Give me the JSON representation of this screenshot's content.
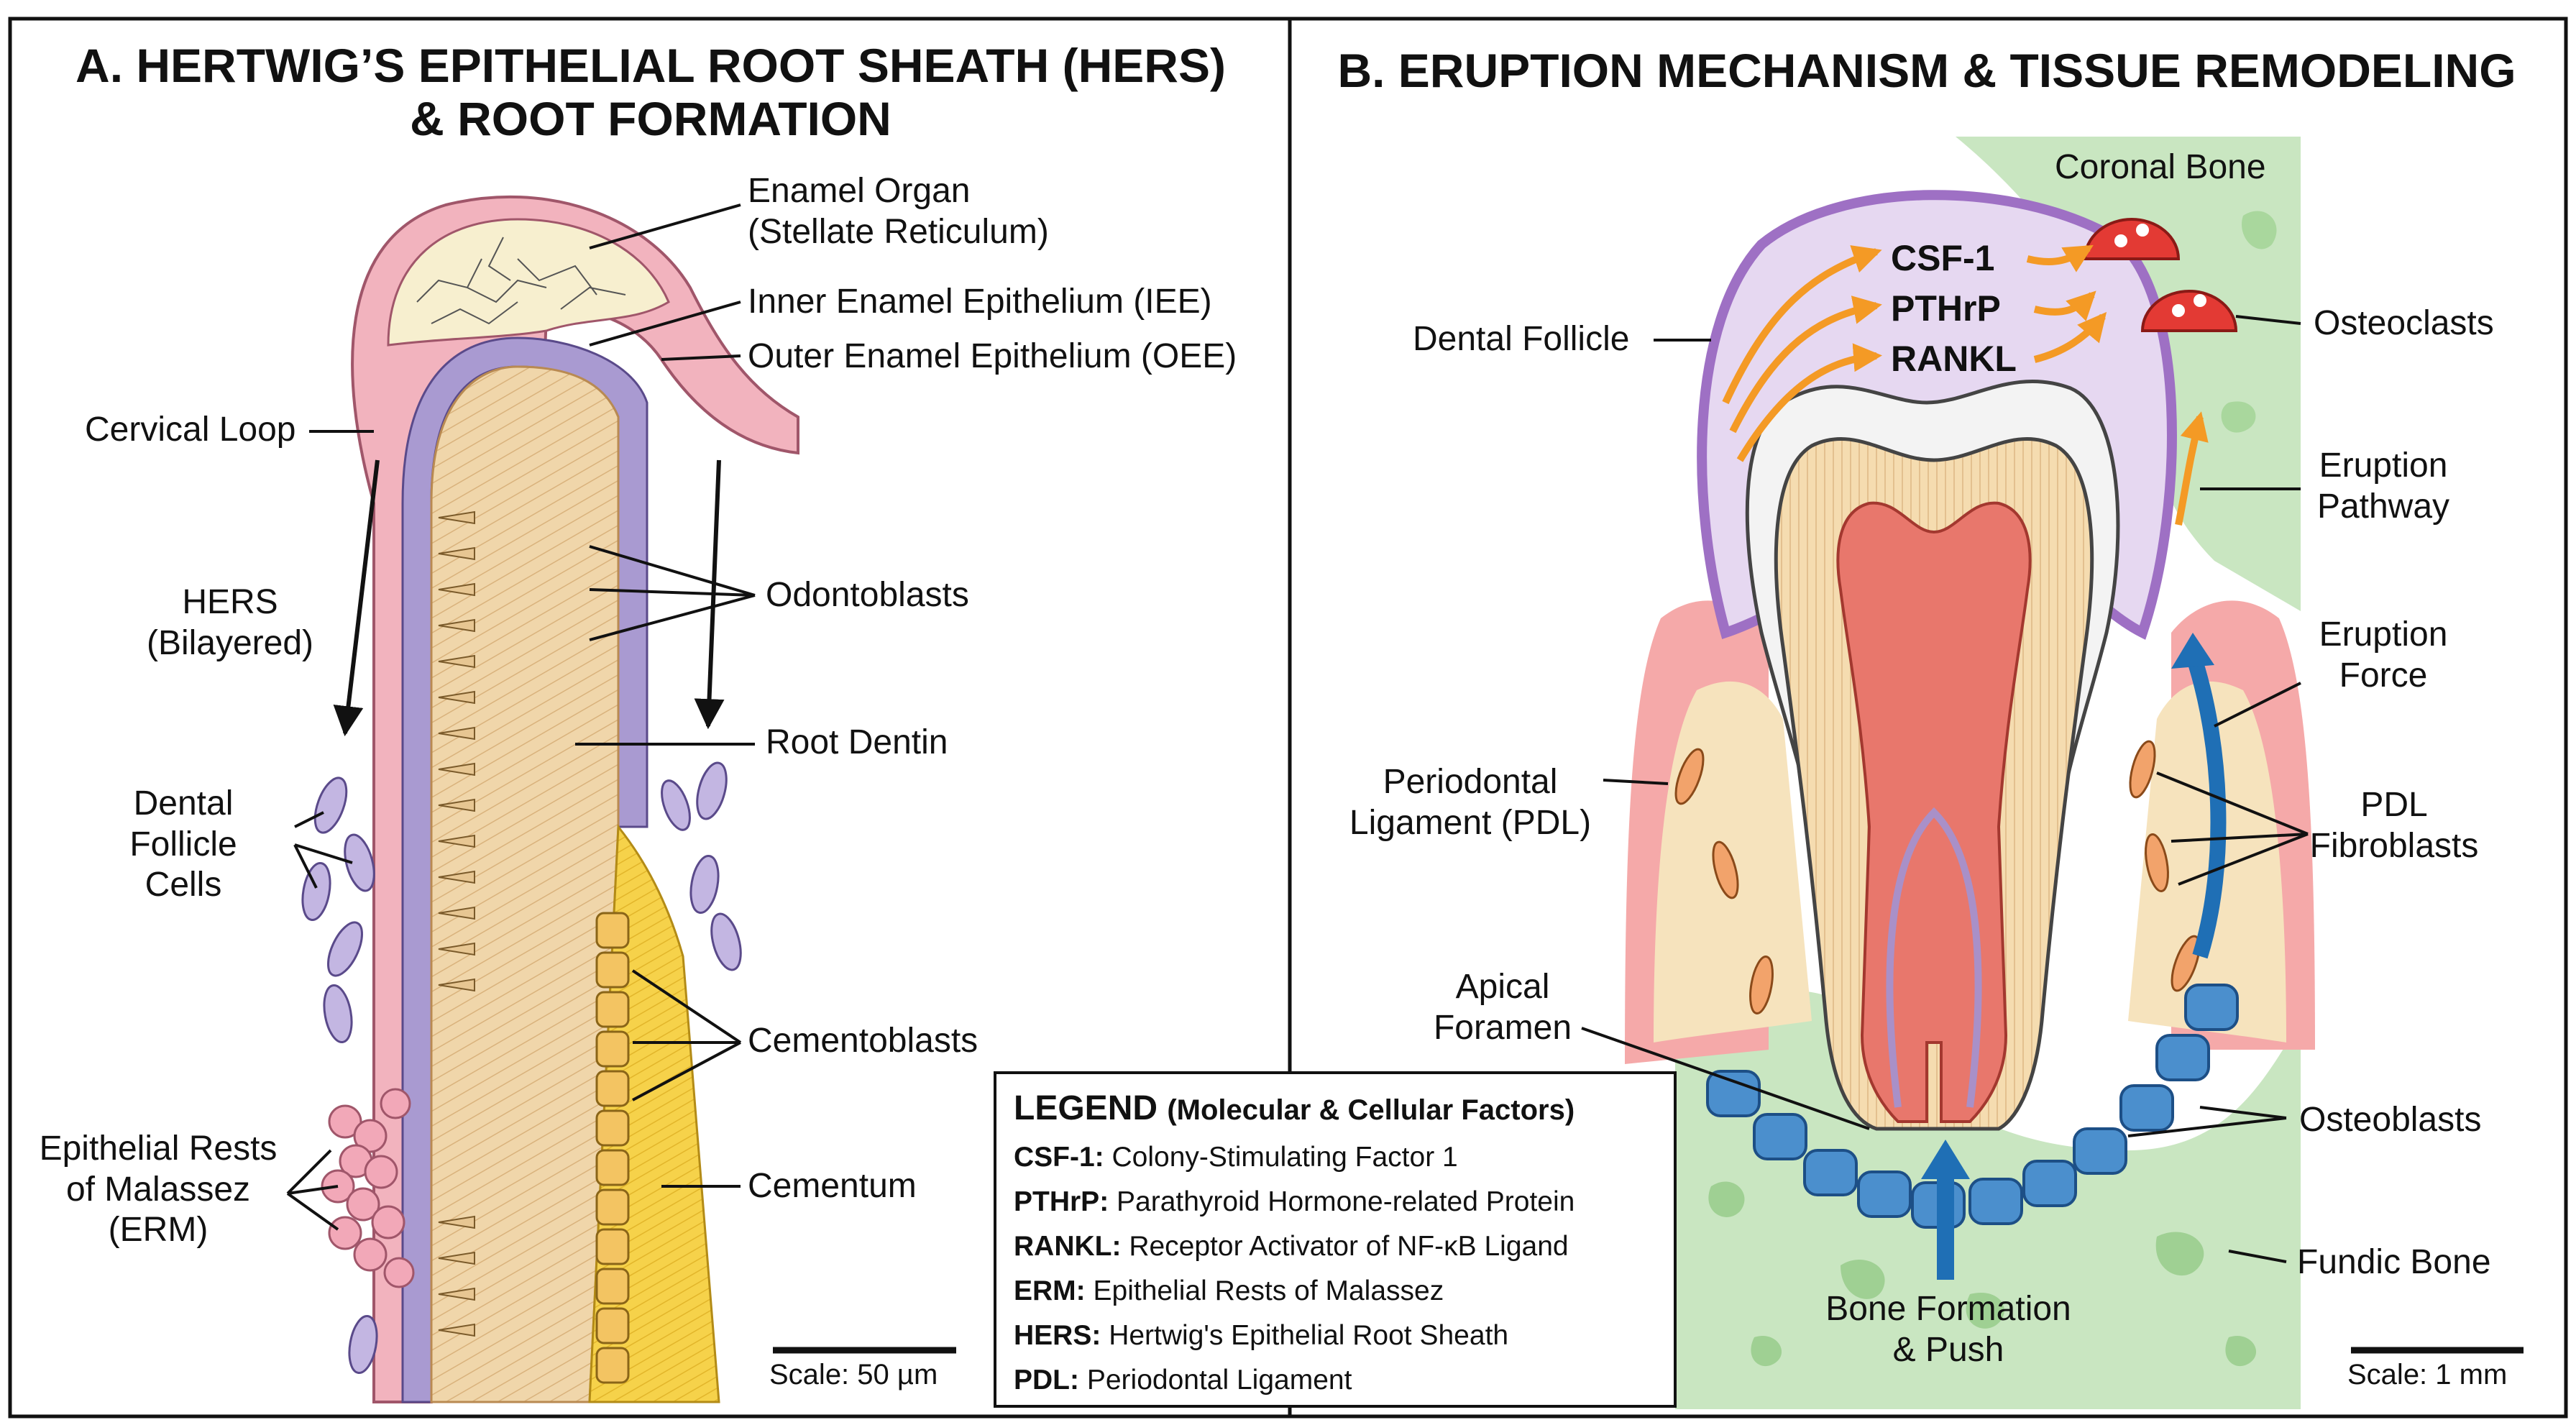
{
  "panel_a": {
    "title": "A. HERTWIG’S EPITHELIAL ROOT SHEATH (HERS)\n& ROOT FORMATION",
    "labels": {
      "enamel_organ": "Enamel Organ\n(Stellate Reticulum)",
      "iee": "Inner Enamel Epithelium (IEE)",
      "oee": "Outer Enamel Epithelium (OEE)",
      "cervical_loop": "Cervical Loop",
      "hers": "HERS\n(Bilayered)",
      "odontoblasts": "Odontoblasts",
      "root_dentin": "Root Dentin",
      "dental_follicle_cells": "Dental\nFollicle\nCells",
      "cementoblasts": "Cementoblasts",
      "erm": "Epithelial Rests\nof Malassez\n(ERM)",
      "cementum": "Cementum"
    },
    "scale": "Scale: 50 µm"
  },
  "panel_b": {
    "title": "B. ERUPTION MECHANISM & TISSUE REMODELING",
    "labels": {
      "coronal_bone": "Coronal Bone",
      "dental_follicle": "Dental Follicle",
      "osteoclasts": "Osteoclasts",
      "eruption_pathway": "Eruption\nPathway",
      "eruption_force": "Eruption\nForce",
      "pdl": "Periodontal\nLigament (PDL)",
      "pdl_fibroblasts": "PDL\nFibroblasts",
      "apical_foramen": "Apical\nForamen",
      "osteoblasts": "Osteoblasts",
      "fundic_bone": "Fundic Bone",
      "bone_formation": "Bone Formation\n& Push"
    },
    "molecules": [
      "CSF-1",
      "PTHrP",
      "RANKL"
    ],
    "scale": "Scale: 1 mm"
  },
  "legend": {
    "title": "LEGEND",
    "subtitle": "(Molecular & Cellular Factors)",
    "items": [
      {
        "abbr": "CSF-1:",
        "text": "Colony-Stimulating Factor 1"
      },
      {
        "abbr": "PTHrP:",
        "text": "Parathyroid Hormone-related Protein"
      },
      {
        "abbr": "RANKL:",
        "text": "Receptor Activator of NF-κB Ligand"
      },
      {
        "abbr": "ERM:",
        "text": "Epithelial Rests of Malassez"
      },
      {
        "abbr": "HERS:",
        "text": "Hertwig's Epithelial Root Sheath"
      },
      {
        "abbr": "PDL:",
        "text": "Periodontal Ligament"
      }
    ]
  },
  "colors": {
    "enamel_organ": "#f7efcf",
    "hers_pink": "#f0a7b4",
    "hers_purple": "#a99ad1",
    "dentin": "#f0d6aa",
    "cementum": "#f6d24a",
    "cementoblast": "#f3c462",
    "gum_pink": "#f5a9a9",
    "pulp_red": "#e8776c",
    "follicle_purple": "#b58fd0",
    "bone_green": "#c9e6c1",
    "bone_green_dark": "#9fd093",
    "osteoblast_blue": "#4b8fcd",
    "osteoclast_red": "#e33a34",
    "arrow_orange": "#f49a25",
    "arrow_blue": "#1f6fb5"
  }
}
